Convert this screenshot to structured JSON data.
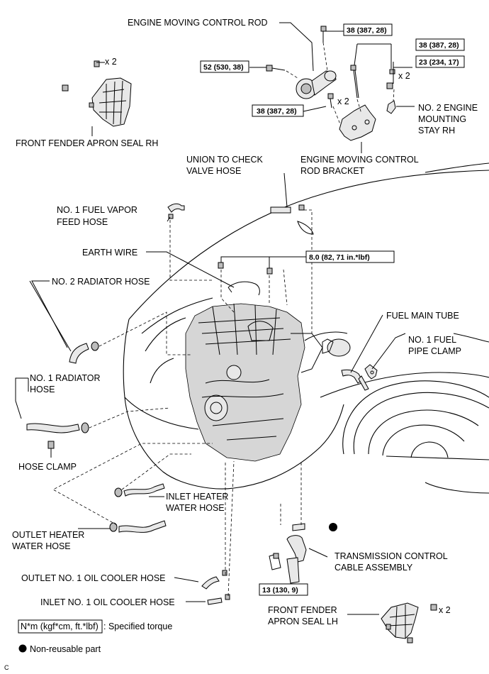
{
  "diagram": {
    "labels": {
      "engine_moving_control_rod": "ENGINE MOVING CONTROL ROD",
      "front_fender_apron_seal_rh": "FRONT FENDER APRON SEAL RH",
      "no2_engine_mounting_stay_rh_1": "NO. 2 ENGINE",
      "no2_engine_mounting_stay_rh_2": "MOUNTING",
      "no2_engine_mounting_stay_rh_3": "STAY RH",
      "engine_moving_control_rod_bracket_1": "ENGINE MOVING CONTROL",
      "engine_moving_control_rod_bracket_2": "ROD BRACKET",
      "union_to_check_valve_hose_1": "UNION TO CHECK",
      "union_to_check_valve_hose_2": "VALVE HOSE",
      "no1_fuel_vapor_feed_hose_1": "NO. 1 FUEL VAPOR",
      "no1_fuel_vapor_feed_hose_2": "FEED HOSE",
      "earth_wire": "EARTH WIRE",
      "no2_radiator_hose": "NO. 2 RADIATOR HOSE",
      "fuel_main_tube": "FUEL MAIN TUBE",
      "no1_fuel_pipe_clamp_1": "NO. 1 FUEL",
      "no1_fuel_pipe_clamp_2": "PIPE CLAMP",
      "no1_radiator_hose_1": "NO. 1 RADIATOR",
      "no1_radiator_hose_2": "HOSE",
      "hose_clamp": "HOSE CLAMP",
      "inlet_heater_water_hose_1": "INLET HEATER",
      "inlet_heater_water_hose_2": "WATER HOSE",
      "outlet_heater_water_hose_1": "OUTLET HEATER",
      "outlet_heater_water_hose_2": "WATER HOSE",
      "transmission_control_cable_1": "TRANSMISSION CONTROL",
      "transmission_control_cable_2": "CABLE ASSEMBLY",
      "outlet_no1_oil_cooler_hose": "OUTLET NO. 1 OIL COOLER HOSE",
      "inlet_no1_oil_cooler_hose": "INLET NO. 1 OIL COOLER HOSE",
      "front_fender_apron_seal_lh_1": "FRONT FENDER",
      "front_fender_apron_seal_lh_2": "APRON SEAL LH"
    },
    "torques": {
      "rod_top": "38 (387, 28)",
      "bracket_right": "38 (387, 28)",
      "stay_bolt": "23 (234, 17)",
      "rod_left": "52 (530, 38)",
      "bracket_left": "38 (387, 28)",
      "earth_wire": "8.0 (82, 71 in.*lbf)",
      "cable_bracket": "13 (130, 9)"
    },
    "quantities": {
      "rh_seal_clip": "x 2",
      "stay_nut": "x 2",
      "bracket_bolt": "x 2",
      "lh_seal_clip": "x 2"
    },
    "legend": {
      "torque_box": "N*m (kgf*cm, ft.*lbf)",
      "torque_desc": ": Specified torque",
      "nonreusable": "Non-reusable part"
    },
    "figure_code": "C"
  }
}
